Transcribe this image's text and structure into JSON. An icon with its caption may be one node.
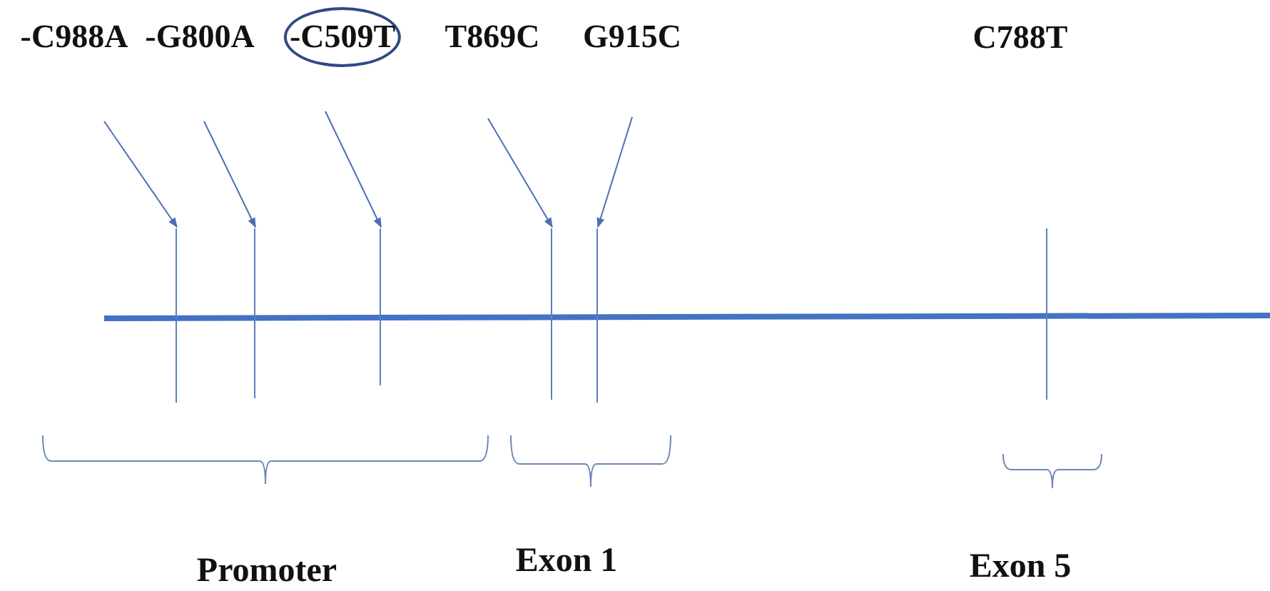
{
  "diagram": {
    "nodes": [
      {
        "text": [
          "-C988A"
        ]
      },
      {
        "text": [
          "-G800A"
        ]
      },
      {
        "text": [
          "-C509T"
        ]
      },
      {
        "text": [
          "T869C"
        ]
      },
      {
        "text": [
          "G915C"
        ]
      },
      {
        "text": [],
        "shape": "bar"
      },
      {
        "text": [],
        "shape": "bar"
      },
      {
        "text": [],
        "shape": "bar"
      },
      {
        "text": [],
        "shape": "bar"
      },
      {
        "text": [],
        "shape": "bar"
      },
      {
        "text": [],
        "shape": "bar"
      }
    ],
    "edges": [
      {
        "from": 0,
        "to": 5,
        "arrow": "to"
      },
      {
        "from": 1,
        "to": 6,
        "arrow": "to"
      },
      {
        "from": 2,
        "to": 7,
        "arrow": "to"
      },
      {
        "from": 3,
        "to": 8,
        "arrow": "to"
      },
      {
        "from": 4,
        "to": 9,
        "arrow": "to"
      }
    ],
    "labels": [
      "C788T",
      "Promoter",
      "Exon 1",
      "Exon 5"
    ]
  }
}
